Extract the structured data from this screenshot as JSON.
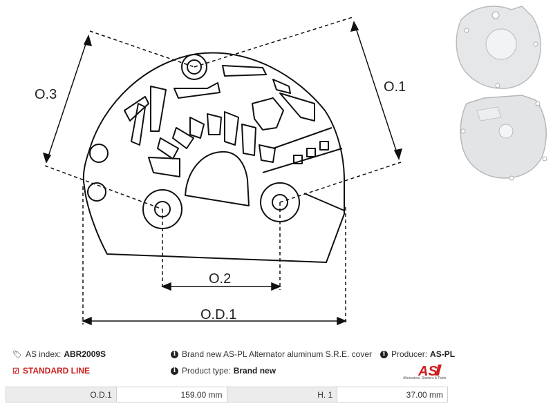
{
  "dimensions": {
    "o3": "O.3",
    "o1": "O.1",
    "o2": "O.2",
    "od1": "O.D.1"
  },
  "info": {
    "index_label": "AS index:",
    "index_value": "ABR2009S",
    "description": "Brand new AS-PL Alternator aluminum S.R.E. cover",
    "producer_label": "Producer:",
    "producer_value": "AS-PL",
    "line_label": "STANDARD LINE",
    "type_label": "Product type:",
    "type_value": "Brand new"
  },
  "logo": {
    "text": "AS",
    "subtitle": "Alternators, Starters & Parts",
    "color": "#cc1f1f"
  },
  "specs": [
    {
      "key": "O.D.1",
      "value": "159.00 mm"
    },
    {
      "key": "H. 1",
      "value": "37.00 mm"
    }
  ],
  "icons": {
    "tag": "tag-icon",
    "info": "info-icon",
    "check": "checkbox-icon"
  }
}
